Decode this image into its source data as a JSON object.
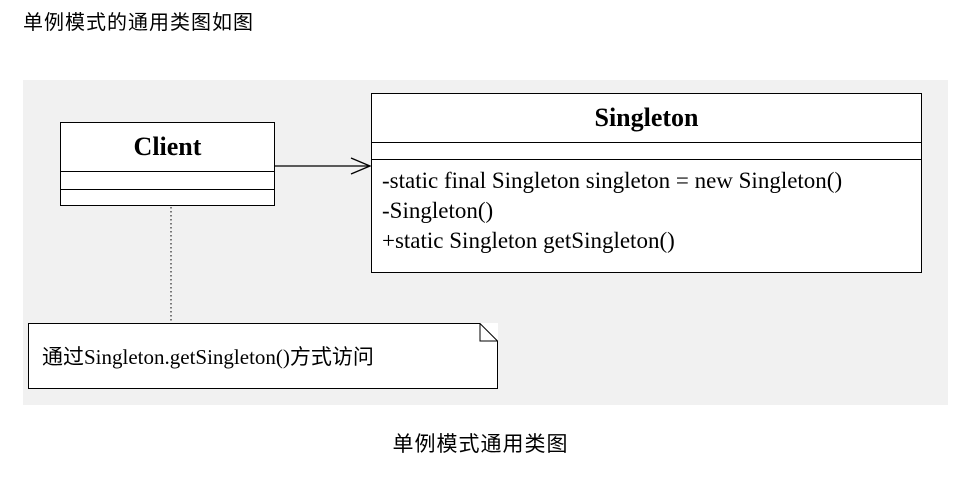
{
  "heading": "单例模式的通用类图如图",
  "diagram": {
    "client": {
      "name": "Client"
    },
    "singleton": {
      "name": "Singleton",
      "operations": [
        "-static final Singleton singleton = new Singleton()",
        "-Singleton()",
        "+static Singleton getSingleton()"
      ]
    },
    "note": "通过Singleton.getSingleton()方式访问"
  },
  "caption": "单例模式通用类图"
}
